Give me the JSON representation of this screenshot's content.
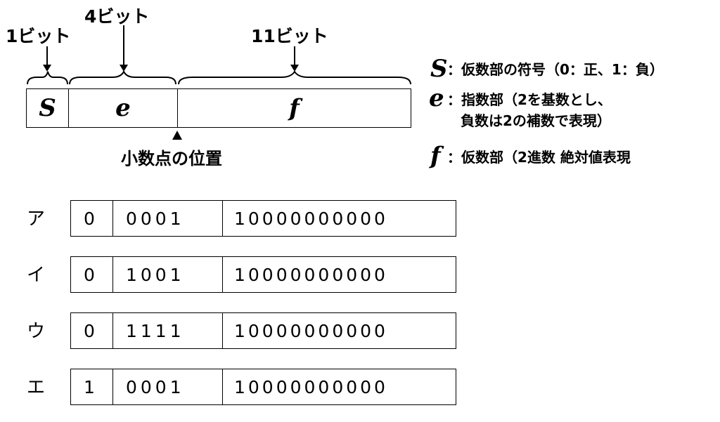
{
  "format": {
    "bit_labels": {
      "sign": "1ビット",
      "exponent": "4ビット",
      "fraction": "11ビット"
    },
    "fields": {
      "sign": "S",
      "exponent": "e",
      "fraction": "f"
    },
    "point_label": "小数点の位置"
  },
  "legend": [
    {
      "symbol": "S",
      "text": "：仮数部の符号（0：正、1：負）"
    },
    {
      "symbol": "e",
      "text": "：指数部（2を基数とし、",
      "text2": "負数は2の補数で表現）"
    },
    {
      "symbol": "f",
      "text": "：仮数部（2進数 絶対値表現"
    }
  ],
  "options": [
    {
      "label": "ア",
      "s": "0",
      "e": "0001",
      "f": "10000000000"
    },
    {
      "label": "イ",
      "s": "0",
      "e": "1001",
      "f": "10000000000"
    },
    {
      "label": "ウ",
      "s": "0",
      "e": "1111",
      "f": "10000000000"
    },
    {
      "label": "エ",
      "s": "1",
      "e": "0001",
      "f": "10000000000"
    }
  ]
}
